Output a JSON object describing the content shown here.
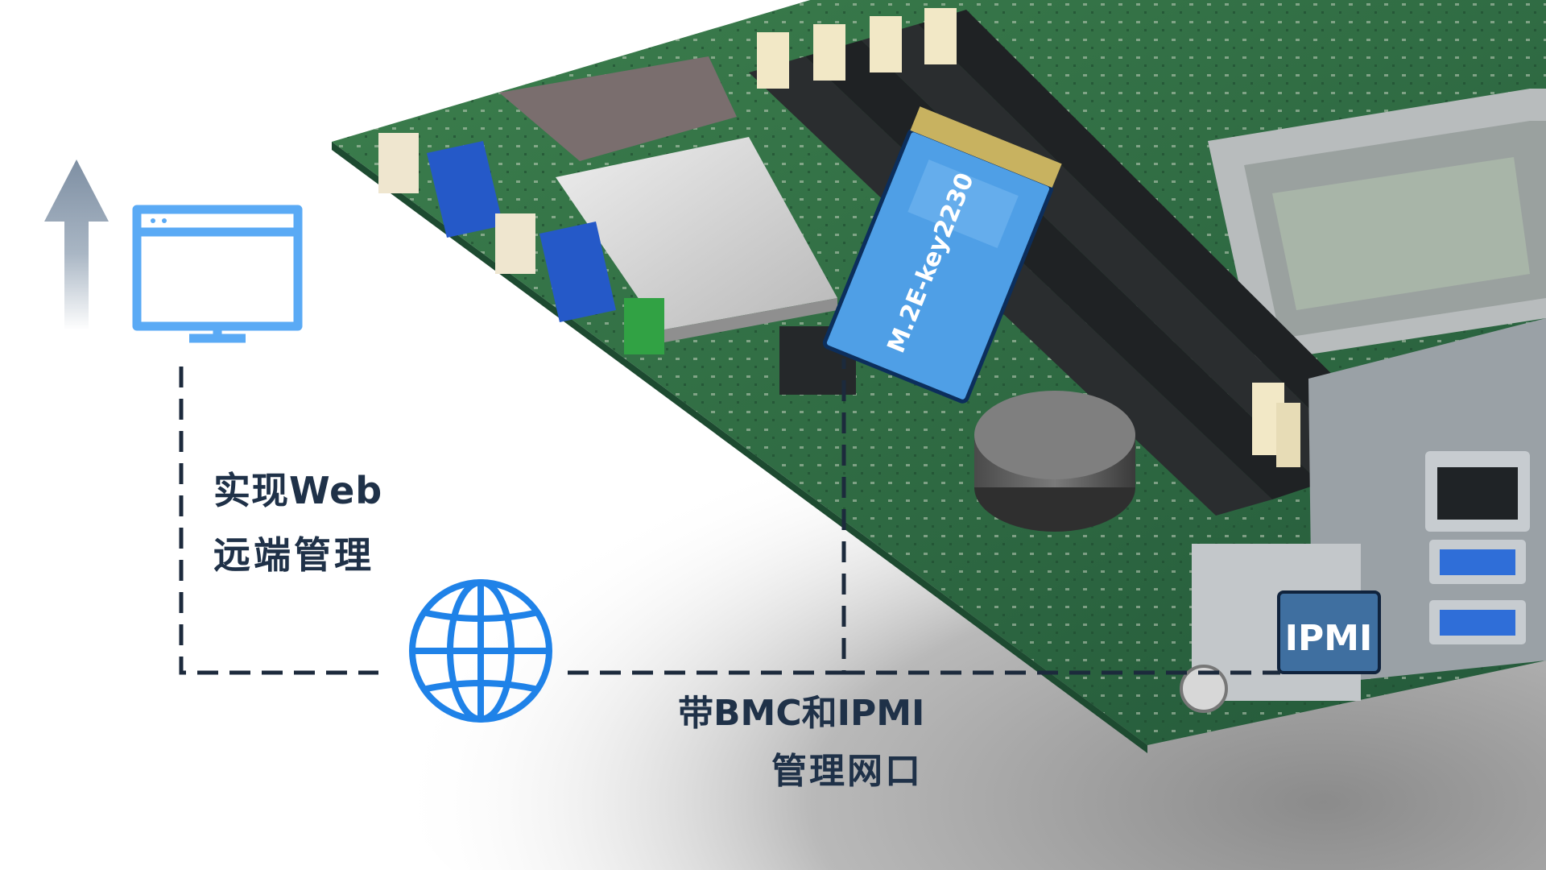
{
  "labels": {
    "web_line1": "实现Web",
    "web_line2": "远端管理",
    "bmc_line1": "带BMC和IPMI",
    "bmc_line2": "管理网口"
  },
  "board": {
    "m2_module_label": "M.2E-key2230",
    "port_label": "IPMI"
  },
  "icons": {
    "arrow": "up-arrow-icon",
    "monitor": "browser-monitor-icon",
    "globe": "globe-icon"
  },
  "colors": {
    "accent_blue": "#1f82e8",
    "icon_blue": "#5aaaf5",
    "text_dark": "#1f3148",
    "pcb_green": "#2f6e40",
    "arrow_gray": "#8a9aac",
    "connector_line": "#1c2a3c"
  }
}
